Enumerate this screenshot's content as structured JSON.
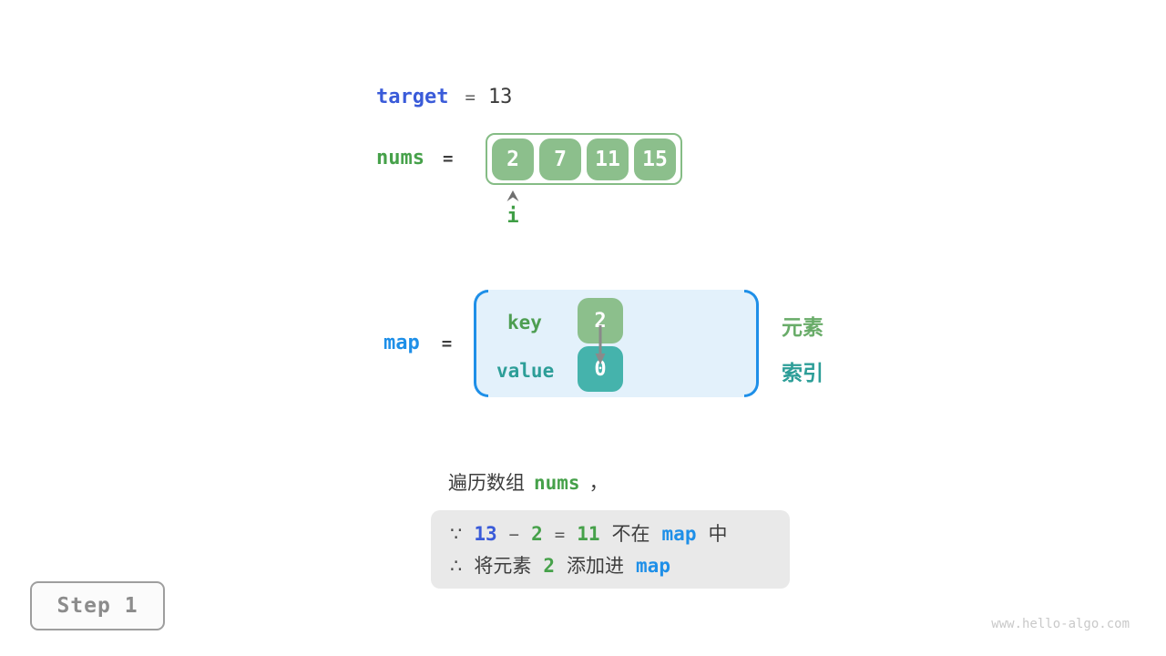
{
  "colors": {
    "indigo_blue": "#3a5bd9",
    "bright_blue": "#1e8fe8",
    "code_green": "#46a14a",
    "cell_green": "#8cbf8c",
    "teal_text": "#2d9e98",
    "teal_box": "#45b3ac",
    "map_fill": "#e3f1fb",
    "note_bg": "#e9e9e9",
    "arrow_gray": "#8a8a8a"
  },
  "target_line": {
    "label": "target",
    "eq": "=",
    "value": "13"
  },
  "nums_line": {
    "label": "nums",
    "eq": "=",
    "cells": [
      "2",
      "7",
      "11",
      "15"
    ],
    "pointer_label": "i"
  },
  "map_line": {
    "label": "map",
    "eq": "=",
    "key_label": "key",
    "value_label": "value",
    "key": "2",
    "value": "0",
    "element_label": "元素",
    "index_label": "索引"
  },
  "caption": {
    "pre": "遍历数组",
    "code": "nums",
    "post": "，"
  },
  "note": {
    "because": "∵",
    "l1_minuend": "13",
    "l1_minus": "−",
    "l1_subtrahend": "2",
    "l1_eq": "=",
    "l1_diff": "11",
    "l1_text": "不在",
    "l1_code": "map",
    "l1_tail": "中",
    "therefore": "∴",
    "l2_text1": "将元素",
    "l2_num": "2",
    "l2_text2": "添加进",
    "l2_code": "map"
  },
  "step_badge": {
    "label": "Step 1"
  },
  "watermark": "www.hello-algo.com"
}
